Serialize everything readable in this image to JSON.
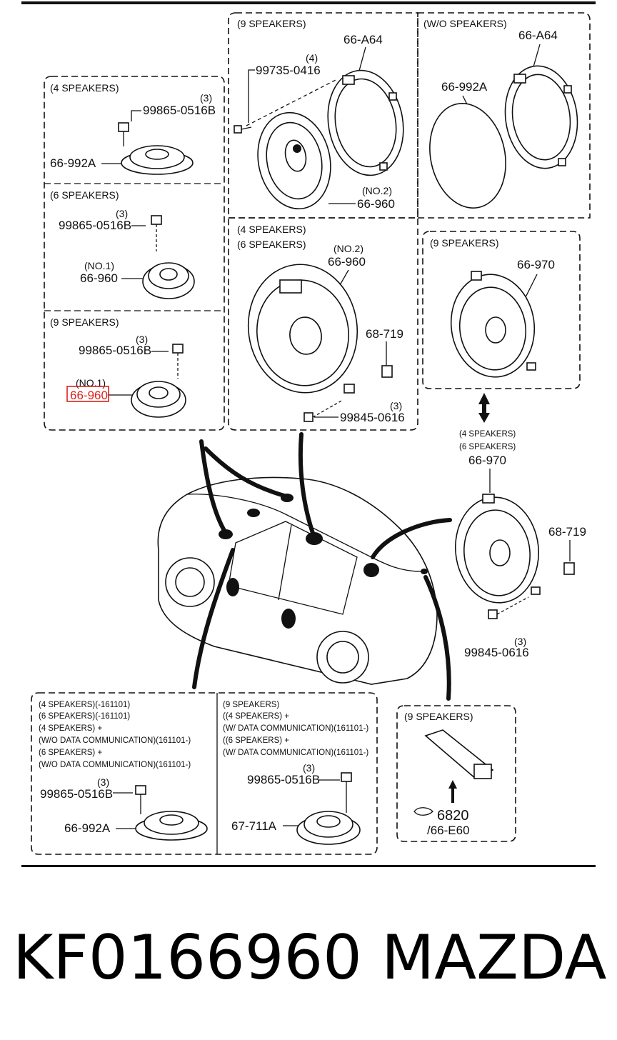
{
  "sections": {
    "nine_top": {
      "header": "(9 SPEAKERS)",
      "ring_part": "66-A64",
      "screw_part": "99735-0416",
      "screw_qty": "(4)",
      "speaker_no": "(NO.2)",
      "speaker_part": "66-960"
    },
    "wo_top": {
      "header": "(W/O SPEAKERS)",
      "ring_part": "66-A64",
      "cover_part": "66-992A"
    },
    "tweeter_4": {
      "header": "(4 SPEAKERS)",
      "screw_qty": "(3)",
      "screw_part": "99865-0516B",
      "tweeter_part": "66-992A"
    },
    "tweeter_6": {
      "header": "(6 SPEAKERS)",
      "screw_qty": "(3)",
      "screw_part": "99865-0516B",
      "no": "(NO.1)",
      "part": "66-960"
    },
    "tweeter_9": {
      "header": "(9 SPEAKERS)",
      "screw_qty": "(3)",
      "screw_part": "99865-0516B",
      "no": "(NO.1)",
      "part": "66-960"
    },
    "front_46": {
      "header1": "(4 SPEAKERS)",
      "header2": "(6 SPEAKERS)",
      "no": "(NO.2)",
      "speaker_part": "66-960",
      "clip_part": "68-719",
      "screw_qty": "(3)",
      "screw_part": "99845-0616"
    },
    "rear_9": {
      "header": "(9 SPEAKERS)",
      "part": "66-970"
    },
    "rear_46": {
      "header1": "(4 SPEAKERS)",
      "header2": "(6 SPEAKERS)",
      "part": "66-970",
      "clip_part": "68-719",
      "screw_qty": "(3)",
      "screw_part": "99845-0616"
    },
    "bottom_left": {
      "lines": [
        "(4 SPEAKERS)(-161101)",
        "(6 SPEAKERS)(-161101)",
        "(4 SPEAKERS) +",
        "(W/O DATA COMMUNICATION)(161101-)",
        "(6 SPEAKERS) +",
        "(W/O DATA COMMUNICATION)(161101-)"
      ],
      "screw_qty": "(3)",
      "screw_part": "99865-0516B",
      "part": "66-992A"
    },
    "bottom_mid": {
      "lines": [
        "(9 SPEAKERS)",
        "((4 SPEAKERS) +",
        "(W/ DATA COMMUNICATION)(161101-)",
        "((6 SPEAKERS) +",
        "(W/ DATA COMMUNICATION)(161101-)"
      ],
      "screw_qty": "(3)",
      "screw_part": "99865-0516B",
      "part": "67-711A"
    },
    "bottom_right": {
      "header": "(9 SPEAKERS)",
      "ref": "6820",
      "ref_sub": "/66-E60"
    }
  },
  "footer": {
    "part_number": "KF0166960",
    "brand": "MAZDA"
  },
  "highlight_color": "#e0201a"
}
